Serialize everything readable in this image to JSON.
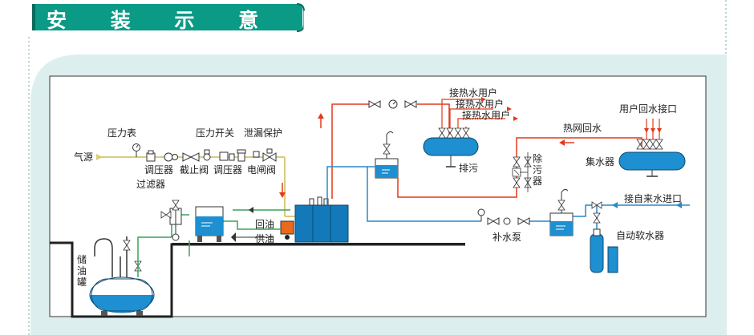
{
  "title": "安 装 示 意 图",
  "labels": {
    "air_source": "气源",
    "pressure_gauge": "压力表",
    "pressure_regulator_1": "调压器",
    "stop_valve": "截止阀",
    "filter": "过滤器",
    "pressure_switch": "压力开关",
    "leak_protection": "泄漏保护",
    "pressure_regulator_2": "调压器",
    "solenoid_valve": "电闸阀",
    "return_oil": "回油",
    "supply_oil": "供油",
    "oil_tank_1": "储",
    "oil_tank_2": "油",
    "oil_tank_3": "罐",
    "hot_water_user_1": "接热水用户",
    "hot_water_user_2": "接热水用户",
    "hot_water_user_3": "接热水用户",
    "drain": "排污",
    "heat_net_return": "热网回水",
    "user_return_port": "用户回水接口",
    "decontaminator_1": "除",
    "decontaminator_2": "污",
    "decontaminator_3": "器",
    "water_collector": "集水器",
    "tap_water_inlet": "接自来水进口",
    "makeup_pump": "补水泵",
    "auto_softener": "自动软水器"
  },
  "colors": {
    "title_bg": "#0a9a86",
    "panel_bg": "#dcefee",
    "pipe_oil": "#d9cc7a",
    "pipe_hot": "#e23a1a",
    "pipe_water": "#2b87c6",
    "pipe_green": "#3aa35a",
    "vessel_blue": "#1e8fd0",
    "boiler_blue": "#1479b8"
  }
}
